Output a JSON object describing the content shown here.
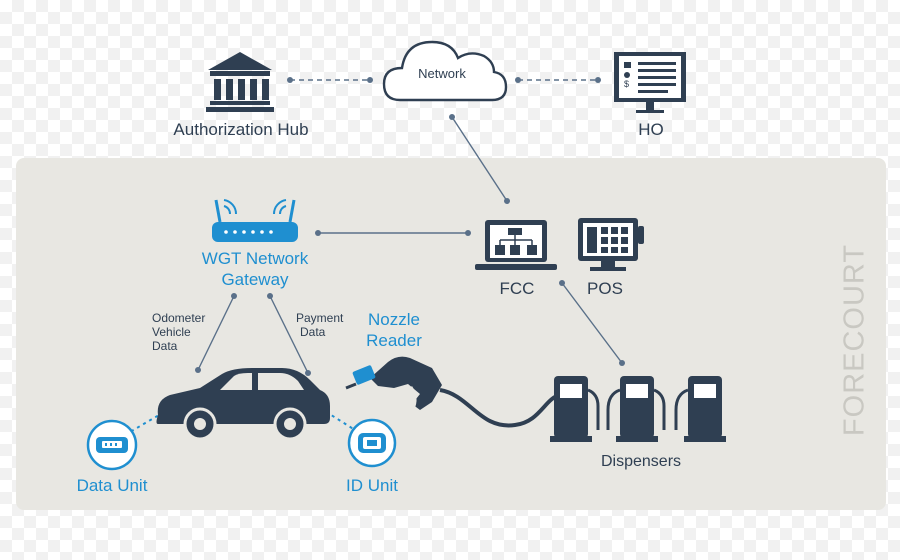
{
  "nodes": {
    "network": "Network",
    "authorization_hub": "Authorization Hub",
    "ho": "HO",
    "wgt_gateway_line1": "WGT Network",
    "wgt_gateway_line2": "Gateway",
    "fcc": "FCC",
    "pos": "POS",
    "nozzle_reader_line1": "Nozzle",
    "nozzle_reader_line2": "Reader",
    "dispensers": "Dispensers",
    "data_unit": "Data Unit",
    "id_unit": "ID Unit"
  },
  "edge_labels": {
    "odometer": [
      "Odometer",
      "Vehicle",
      "Data"
    ],
    "payment": [
      "Payment",
      "Data"
    ]
  },
  "zone_label": "FORECOURT",
  "colors": {
    "dark": "#2f3f52",
    "blue": "#1f8fd0",
    "panel": "#e8e7e2",
    "zone_text": "#c9c8c2"
  },
  "icons": [
    "bank-icon",
    "cloud-icon",
    "monitor-report-icon",
    "router-icon",
    "laptop-icon",
    "pos-terminal-icon",
    "car-icon",
    "nozzle-icon",
    "fuel-pump-icon",
    "data-unit-icon",
    "id-unit-icon"
  ]
}
